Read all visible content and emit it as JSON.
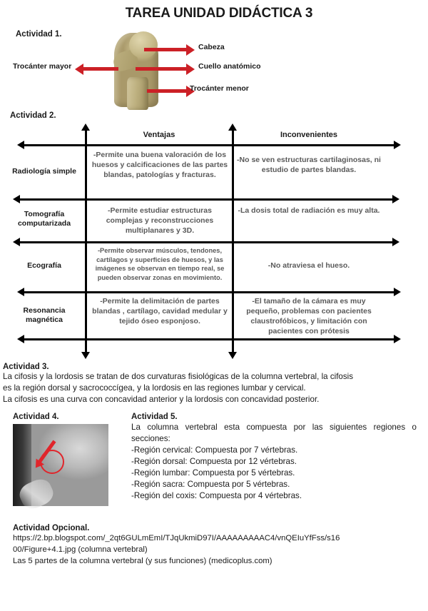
{
  "document": {
    "title": "TAREA UNIDAD DIDÁCTICA 3"
  },
  "activity1": {
    "label": "Actividad 1.",
    "figure_name": "femur-proximal-bone-photo",
    "callouts": [
      {
        "id": "cabeza",
        "text": "Cabeza",
        "arrow": "right"
      },
      {
        "id": "cuello",
        "text": "Cuello anatómico",
        "arrow": "right"
      },
      {
        "id": "trocanter_menor",
        "text": "Trocánter menor",
        "arrow": "right"
      },
      {
        "id": "trocanter_mayor",
        "text": "Trocánter mayor",
        "arrow": "left"
      }
    ],
    "arrow_color": "#cc2026"
  },
  "activity2": {
    "label": "Actividad 2.",
    "table": {
      "headers": [
        "",
        "Ventajas",
        "Inconvenientes"
      ],
      "rows": [
        {
          "technique": "Radiología simple",
          "ventajas": "-Permite una buena valoración de los huesos y calcificaciones de las partes blandas, patologías y fracturas.",
          "inconvenientes": "-No se ven estructuras cartilaginosas, ni estudio de partes blandas."
        },
        {
          "technique": "Tomografía computarizada",
          "ventajas": "-Permite estudiar estructuras complejas y reconstrucciones multiplanares y 3D.",
          "inconvenientes": "-La dosis total de radiación es muy alta."
        },
        {
          "technique": "Ecografía",
          "ventajas": "-Permite observar músculos, tendones, cartílagos y superficies de huesos, y las imágenes se observan en tiempo real, se pueden observar zonas en movimiento.",
          "inconvenientes": "-No atraviesa el hueso."
        },
        {
          "technique": "Resonancia magnética",
          "ventajas": "-Permite la delimitación de partes blandas , cartílago, cavidad medular y tejido óseo esponjoso.",
          "inconvenientes": "-El tamaño de la cámara es muy pequeño, problemas con pacientes claustrofóbicos, y limitación con pacientes con prótesis"
        }
      ]
    }
  },
  "activity3": {
    "label": "Actividad 3.",
    "lines": [
      "La cifosis y la lordosis se tratan de dos curvaturas fisiológicas de la columna vertebral, la cifosis",
      "es la región dorsal y sacrococcígea, y la lordosis en las regiones lumbar y cervical.",
      "La cifosis es una curva con concavidad anterior y la lordosis con concavidad posterior."
    ]
  },
  "activity4": {
    "label": "Actividad 4.",
    "figure_name": "hip-xray-with-red-circle-and-arrow",
    "annotation_color": "#e0252b"
  },
  "activity5": {
    "label": "Actividad 5.",
    "intro": "La columna vertebral esta compuesta por las siguientes regiones o secciones:",
    "items": [
      "-Región cervical: Compuesta por 7 vértebras.",
      "-Región dorsal: Compuesta por 12 vértebras.",
      "-Región lumbar: Compuesta por 5 vértebras.",
      "-Región sacra: Compuesta por 5 vértebras.",
      "-Región del coxis: Compuesta por 4 vértebras."
    ]
  },
  "activity_optional": {
    "label": "Actividad Opcional.",
    "url_line1": "https://2.bp.blogspot.com/_2qt6GULmEmI/TJqUkmiD97I/AAAAAAAAAC4/vnQEIuYfFss/s16",
    "url_line2": "00/Figure+4.1.jpg   (columna vertebral)",
    "reference": "Las 5 partes de la columna vertebral (y sus funciones) (medicoplus.com)"
  }
}
